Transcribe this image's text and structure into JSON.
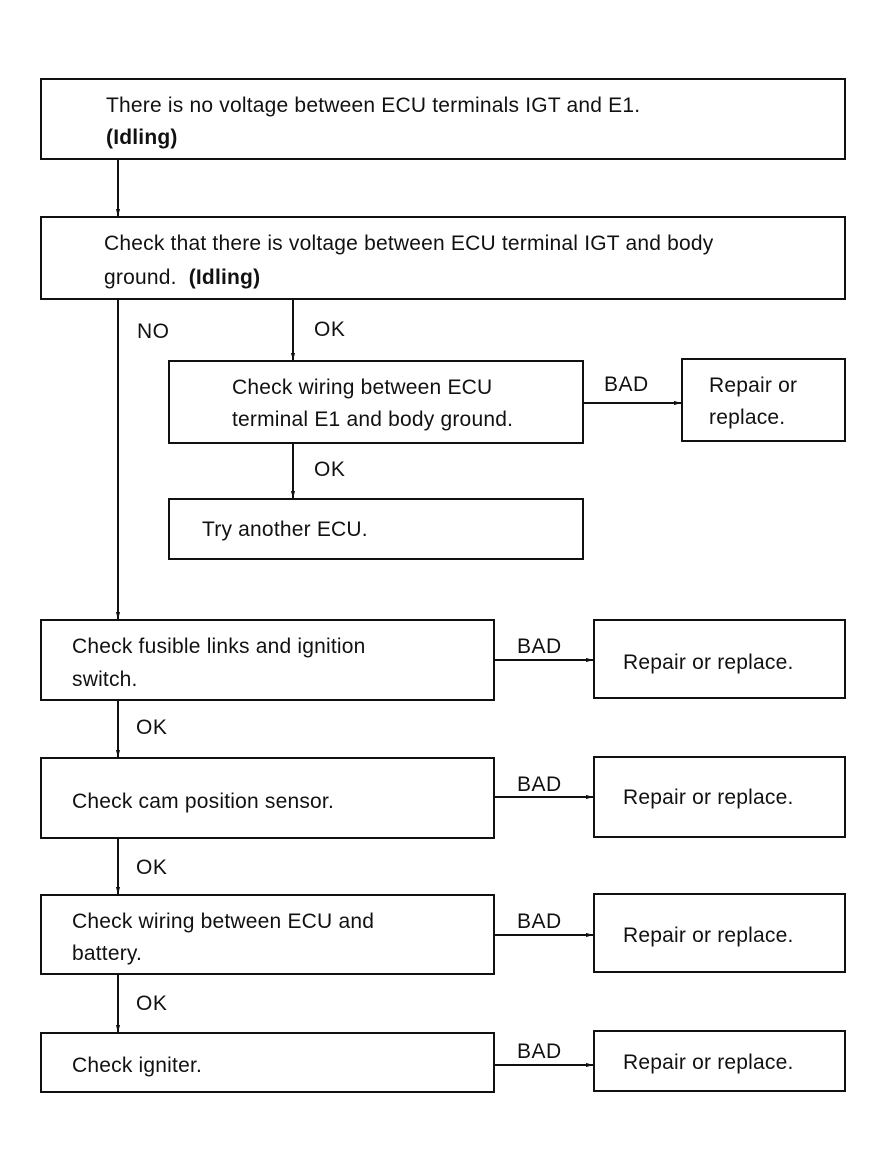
{
  "boxes": {
    "b1": {
      "line1": "There is no voltage between ECU terminals IGT and E1.",
      "line2": "(Idling)"
    },
    "b2": {
      "line1": "Check that there is voltage between ECU terminal IGT and body",
      "line2_text": "ground.",
      "line2_bold": "(Idling)"
    },
    "b3": {
      "line1": "Check wiring between ECU",
      "line2": "terminal E1 and body ground."
    },
    "b4": {
      "line1": "Repair or",
      "line2": "replace."
    },
    "b5": {
      "line1": "Try another ECU."
    },
    "b6": {
      "line1": "Check fusible links and ignition",
      "line2": "switch."
    },
    "b7": {
      "line1": "Repair or replace."
    },
    "b8": {
      "line1": "Check cam position sensor."
    },
    "b9": {
      "line1": "Repair or replace."
    },
    "b10": {
      "line1": "Check wiring between ECU and",
      "line2": "battery."
    },
    "b11": {
      "line1": "Repair or replace."
    },
    "b12": {
      "line1": "Check igniter."
    },
    "b13": {
      "line1": "Repair or replace."
    }
  },
  "labels": {
    "no": "NO",
    "ok1": "OK",
    "bad1": "BAD",
    "ok2": "OK",
    "bad2": "BAD",
    "ok3": "OK",
    "bad3": "BAD",
    "ok4": "OK",
    "bad4": "BAD",
    "ok5": "OK",
    "bad5": "BAD"
  },
  "colors": {
    "ink": "#111111",
    "paper": "#ffffff"
  }
}
